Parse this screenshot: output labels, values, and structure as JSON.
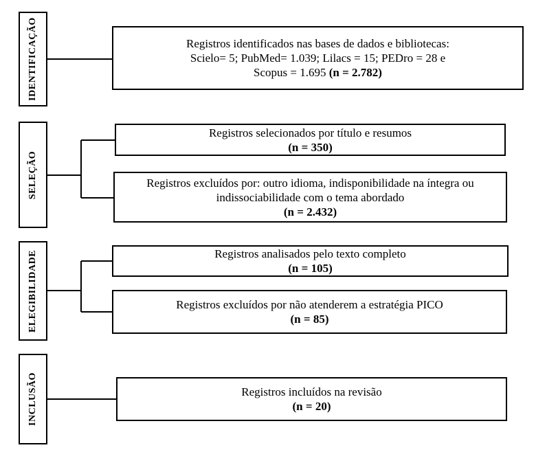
{
  "stages": {
    "identificacao": "IDENTIFICAÇÃO",
    "selecao": "SELEÇÃO",
    "elegibilidade": "ELEGIBILIDADE",
    "inclusao": "INCLUSÃO"
  },
  "boxes": {
    "identified": {
      "line1": "Registros identificados nas bases de dados e bibliotecas:",
      "line2": "Scielo= 5; PubMed= 1.039; Lilacs = 15; PEDro = 28 e",
      "line3": "Scopus = 1.695",
      "n": "(n = 2.782)"
    },
    "selected": {
      "line1": "Registros selecionados por título e resumos",
      "n": "(n = 350)"
    },
    "excluded_screening": {
      "line1": "Registros excluídos por: outro idioma, indisponibilidade na íntegra ou",
      "line2": "indissociabilidade com o tema abordado",
      "n": "(n = 2.432)"
    },
    "fulltext": {
      "line1": "Registros analisados pelo texto completo",
      "n": "(n = 105)"
    },
    "excluded_pico": {
      "line1": "Registros excluídos por não atenderem a estratégia PICO",
      "n": "(n = 85)"
    },
    "included": {
      "line1": "Registros incluídos na revisão",
      "n": "(n = 20)"
    }
  }
}
